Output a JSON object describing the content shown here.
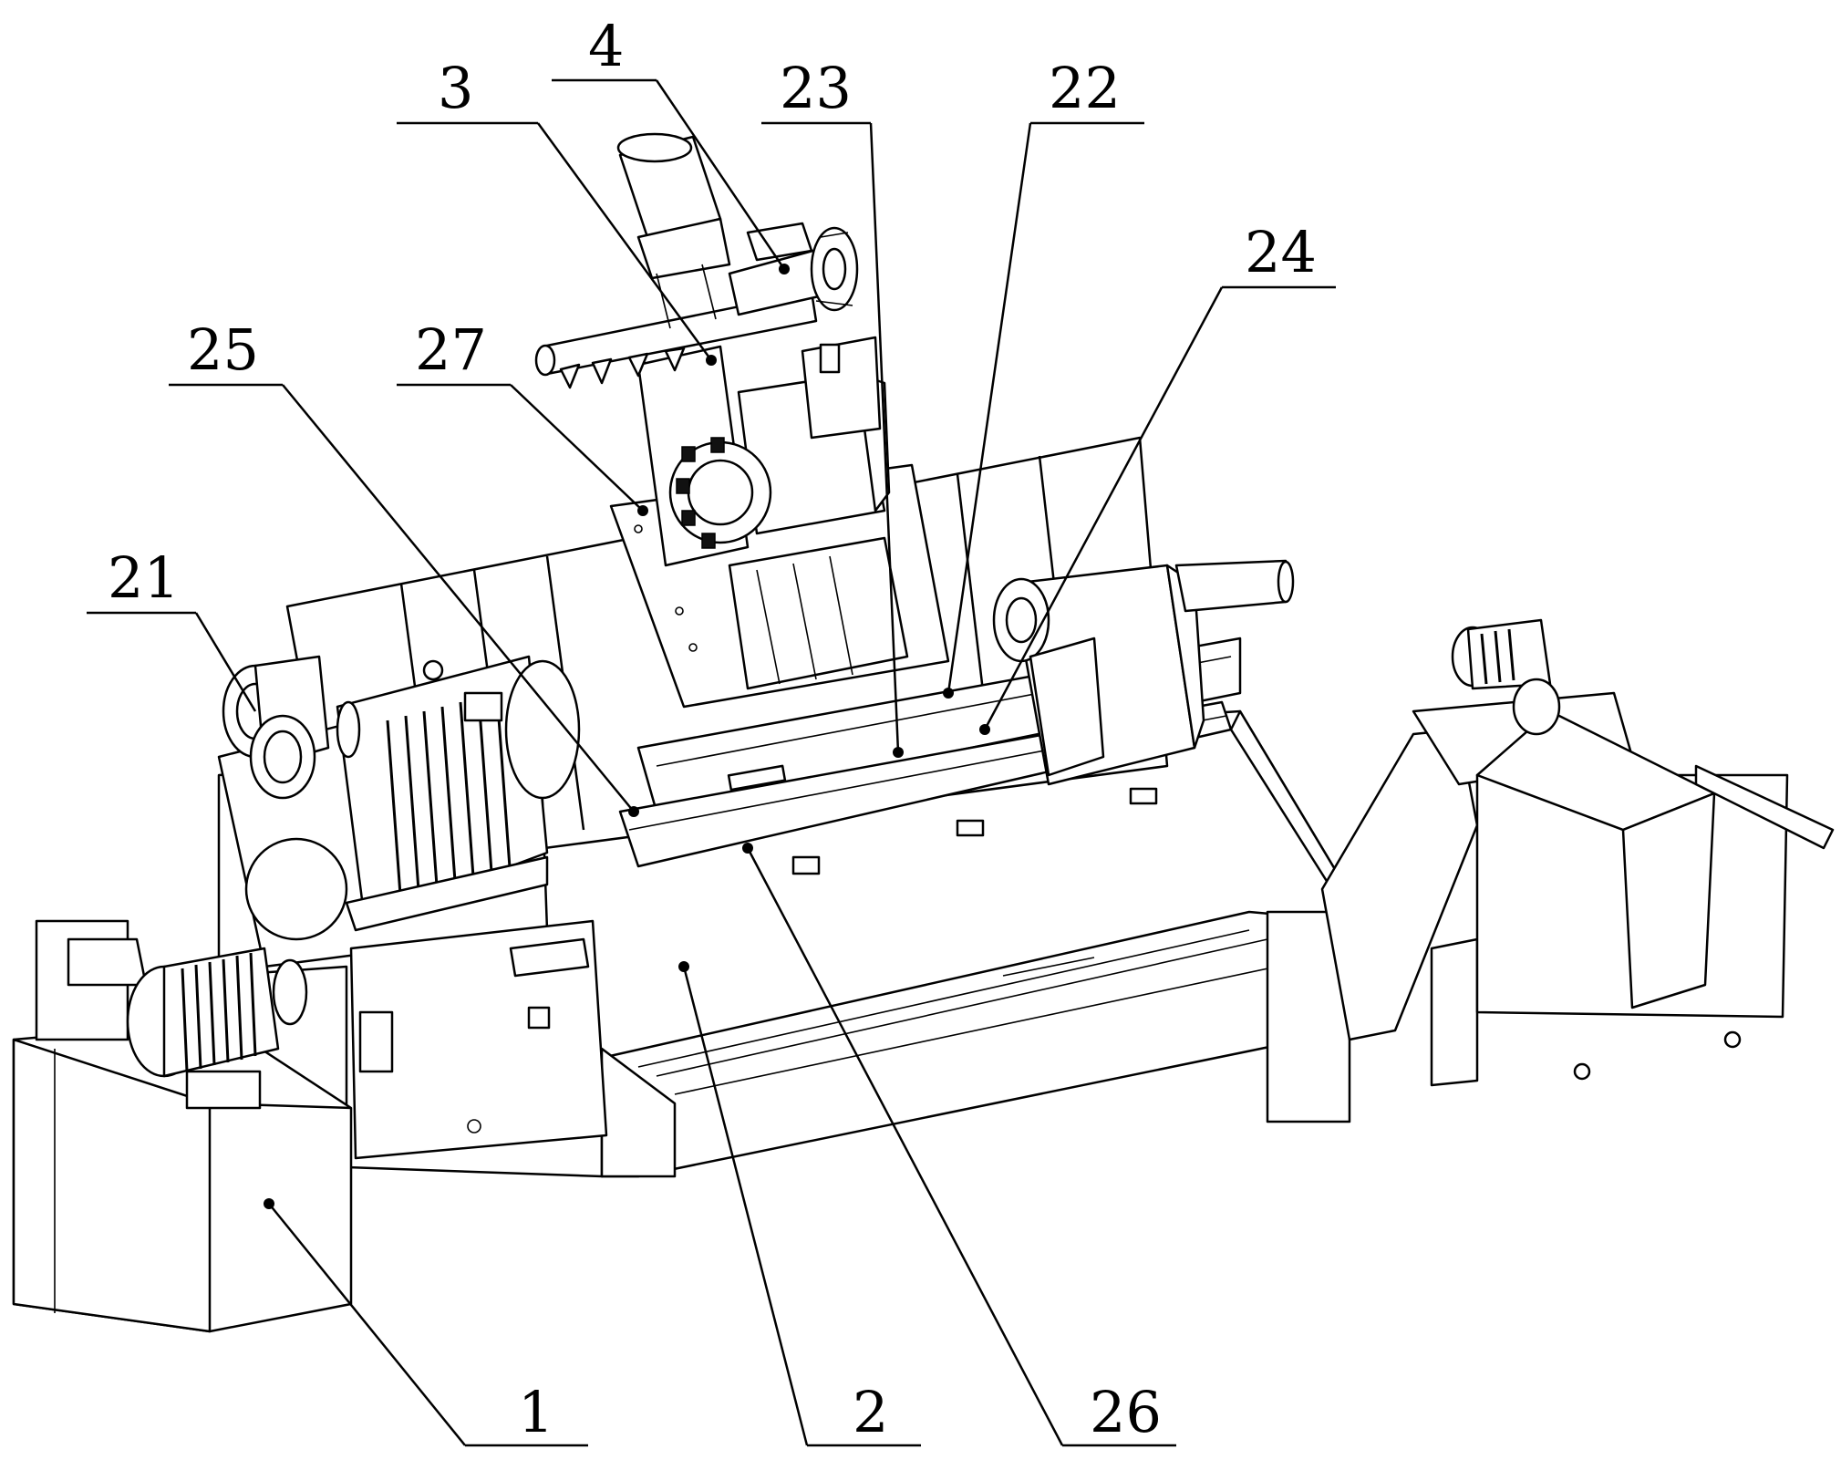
{
  "labels": {
    "l1": "1",
    "l2": "2",
    "l3": "3",
    "l4": "4",
    "l21": "21",
    "l22": "22",
    "l23": "23",
    "l24": "24",
    "l25": "25",
    "l26": "26",
    "l27": "27"
  },
  "colors": {
    "line": "#000000",
    "background": "#ffffff"
  }
}
